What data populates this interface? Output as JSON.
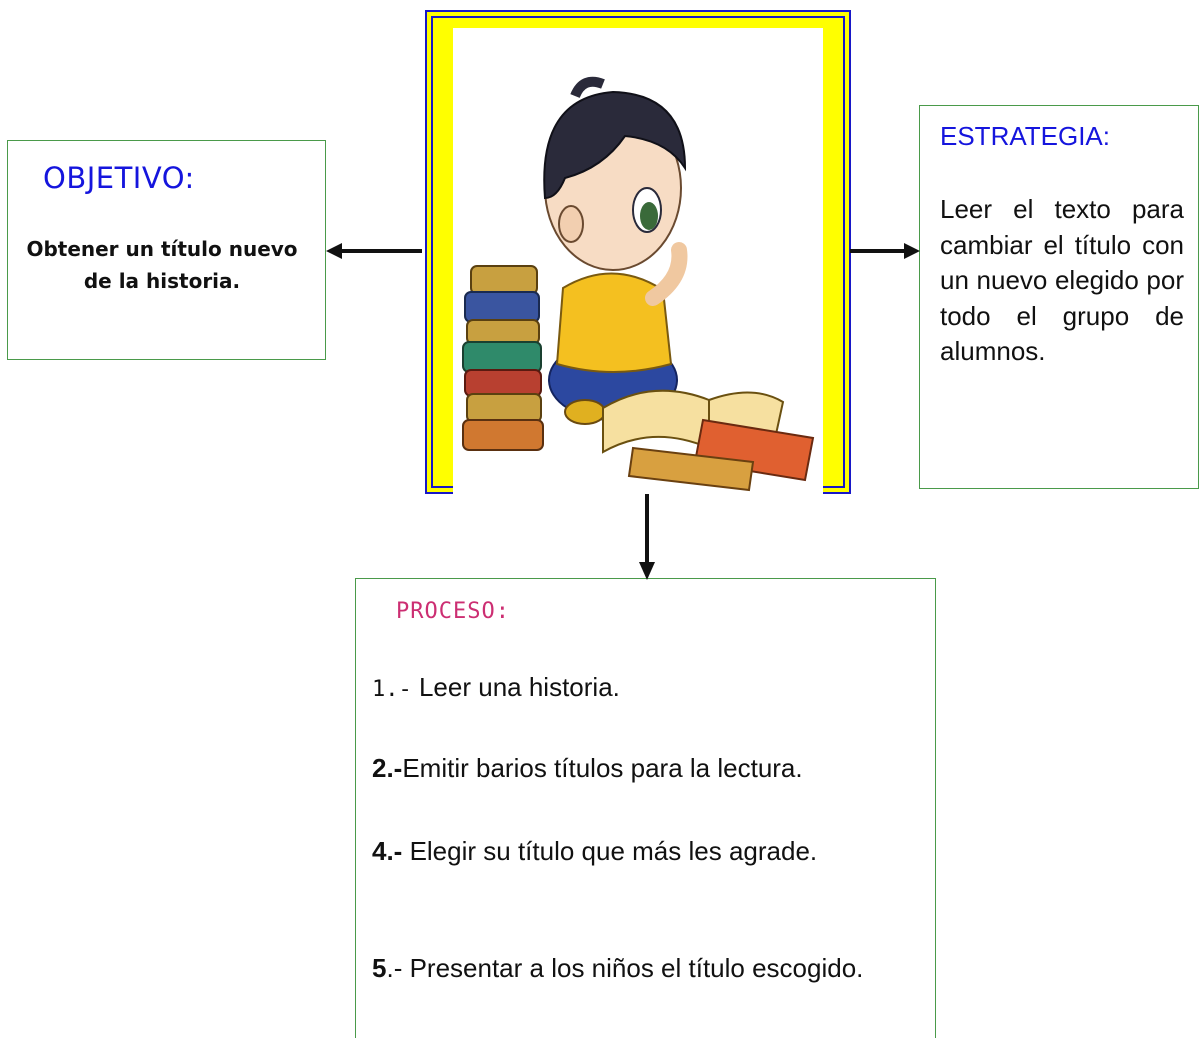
{
  "objetivo": {
    "title": "OBJETIVO:",
    "text": "Obtener un título nuevo de la historia."
  },
  "estrategia": {
    "title": "ESTRATEGIA:",
    "text": "Leer el texto para cambiar el título con un nuevo elegido por todo el grupo de alumnos."
  },
  "proceso": {
    "title": "PROCESO:",
    "steps": [
      {
        "num": "1.-",
        "text": " Leer una historia."
      },
      {
        "num": "2.-",
        "text": "Emitir barios títulos para la lectura."
      },
      {
        "num": "4.-",
        "text": " Elegir  su título que más les agrade."
      },
      {
        "num": "5",
        "text": ".- Presentar a los niños el título escogido."
      }
    ]
  },
  "colors": {
    "title_blue": "#1515dd",
    "title_pink": "#cc2e72",
    "box_border": "#4a9a4a",
    "frame_yellow": "#ffff00",
    "frame_blue": "#1818c8"
  },
  "illustration": {
    "subject": "child-reading-books-illustration"
  }
}
